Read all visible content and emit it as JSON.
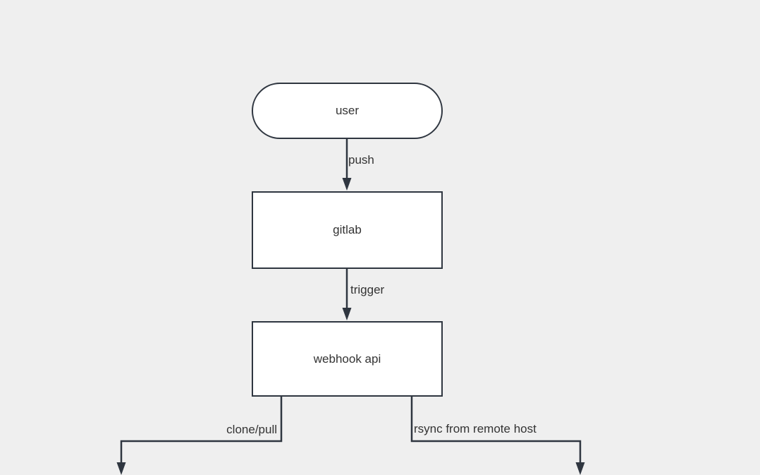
{
  "canvas": {
    "background_color": "#efefef",
    "stroke_color": "#2f3640",
    "node_fill_color": "#ffffff",
    "text_color": "#333333"
  },
  "diagram": {
    "nodes": [
      {
        "id": "user",
        "label": "user",
        "shape": "stadium"
      },
      {
        "id": "gitlab",
        "label": "gitlab",
        "shape": "rectangle"
      },
      {
        "id": "webhook",
        "label": "webhook api",
        "shape": "rectangle"
      }
    ],
    "edges": [
      {
        "from": "user",
        "to": "gitlab",
        "label": "push"
      },
      {
        "from": "gitlab",
        "to": "webhook",
        "label": "trigger"
      },
      {
        "from": "webhook",
        "to": "offscreen-bottom-left",
        "label": "clone/pull"
      },
      {
        "from": "webhook",
        "to": "offscreen-bottom-right",
        "label": "rsync from remote host"
      }
    ]
  }
}
